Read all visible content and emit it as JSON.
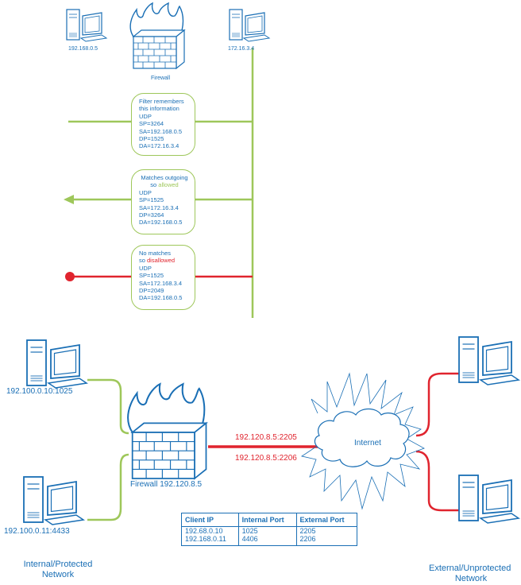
{
  "top": {
    "host_left": "192.168.0.5",
    "host_right": "172.16.3.4",
    "firewall": "Firewall",
    "bubbles": [
      {
        "lines_center": [
          "Filter remembers",
          "this information"
        ],
        "status_prefix": "",
        "status_word": "",
        "fields": [
          "UDP",
          "SP=3264",
          "SA=192.168.0.5",
          "DP=1525",
          "DA=172.16.3.4"
        ]
      },
      {
        "lines_center": [
          "Matches outgoing"
        ],
        "status_prefix": "so ",
        "status_word": "allowed",
        "fields": [
          "UDP",
          "SP=1525",
          "SA=172.16.3.4",
          "DP=3264",
          "DA=192.168.0.5"
        ]
      },
      {
        "lines_center": [
          "No matches"
        ],
        "status_prefix": "so ",
        "status_word": "disallowed",
        "fields": [
          "UDP",
          "SP=1525",
          "SA=172.168.3.4",
          "DP=2049",
          "DA=192.168.0.5"
        ]
      }
    ]
  },
  "bottom": {
    "client1": "192.100.0.10:1025",
    "client2": "192.100.0.11:4433",
    "firewall": "Firewall 192.120.8.5",
    "link1": "192.120.8.5:2205",
    "link2": "192.120.8.5:2206",
    "cloud": "Internet",
    "internal_net": [
      "Internal/Protected",
      "Network"
    ],
    "external_net": [
      "External/Unprotected",
      "Network"
    ],
    "table": {
      "headers": [
        "Client IP",
        "Internal Port",
        "External Port"
      ],
      "rows": [
        [
          "192.68.0.10",
          "1025",
          "2205"
        ],
        [
          "192.168.0.11",
          "4406",
          "2206"
        ]
      ]
    }
  },
  "colors": {
    "green": "#9ec75a",
    "red": "#e0242e",
    "blue": "#1a6fb5",
    "outline": "#1a6fb5"
  }
}
